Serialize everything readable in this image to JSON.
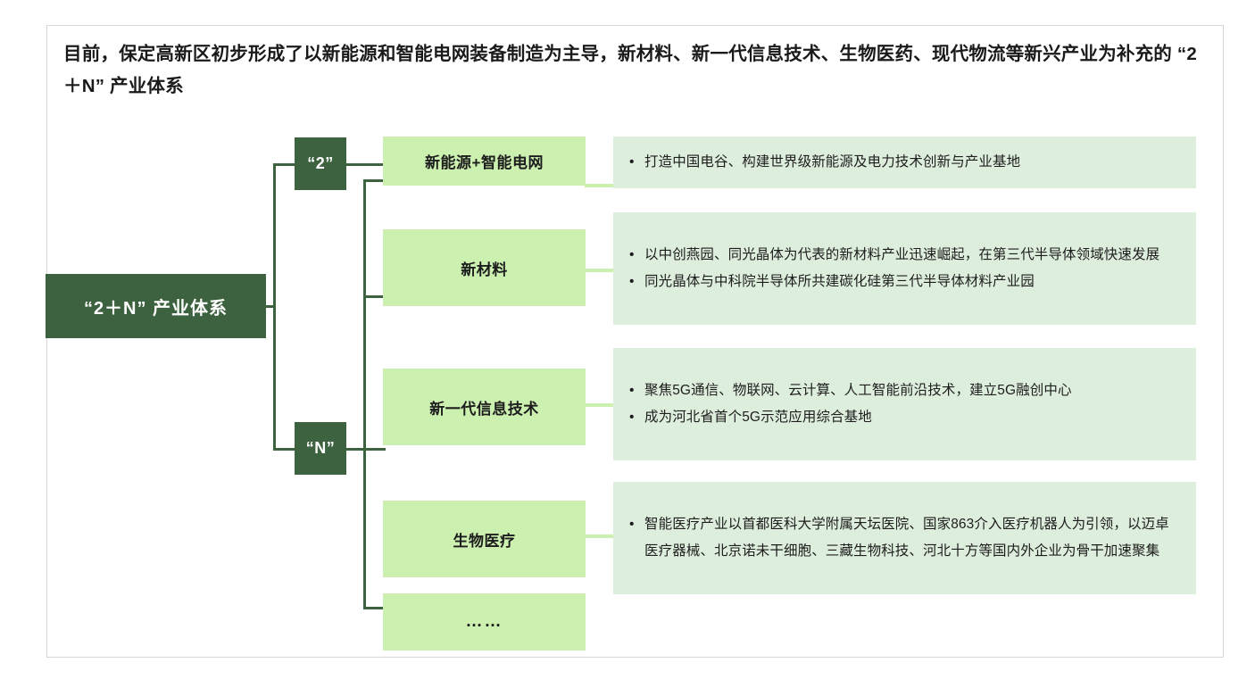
{
  "title": "目前，保定高新区初步形成了以新能源和智能电网装备制造为主导，新材料、新一代信息技术、生物医药、现代物流等新兴产业为补充的 “2＋N” 产业体系",
  "colors": {
    "dark_green": "#3d6240",
    "light_green": "#ccf0b0",
    "panel_green": "#deeedd",
    "frame_gray": "#d6d6d6",
    "text_dark": "#1d1d1d"
  },
  "root": {
    "label": "“2＋N” 产业体系"
  },
  "branches": [
    {
      "label": "“2”"
    },
    {
      "label": "“N”"
    }
  ],
  "categories": [
    {
      "label": "新能源+智能电网",
      "branch": "“2”",
      "details": [
        "打造中国电谷、构建世界级新能源及电力技术创新与产业基地"
      ]
    },
    {
      "label": "新材料",
      "branch": "“N”",
      "details": [
        "以中创燕园、同光晶体为代表的新材料产业迅速崛起，在第三代半导体领域快速发展",
        "同光晶体与中科院半导体所共建碳化硅第三代半导体材料产业园"
      ]
    },
    {
      "label": "新一代信息技术",
      "branch": "“N”",
      "details": [
        "聚焦5G通信、物联网、云计算、人工智能前沿技术，建立5G融创中心",
        "成为河北省首个5G示范应用综合基地"
      ]
    },
    {
      "label": "生物医疗",
      "branch": "“N”",
      "details": [
        "智能医疗产业以首都医科大学附属天坛医院、国家863介入医疗机器人为引领，以迈卓医疗器械、北京诺未干细胞、三藏生物科技、河北十方等国内外企业为骨干加速聚集"
      ]
    },
    {
      "label": "……",
      "branch": "“N”",
      "details": []
    }
  ],
  "bullet_glyph": "•"
}
